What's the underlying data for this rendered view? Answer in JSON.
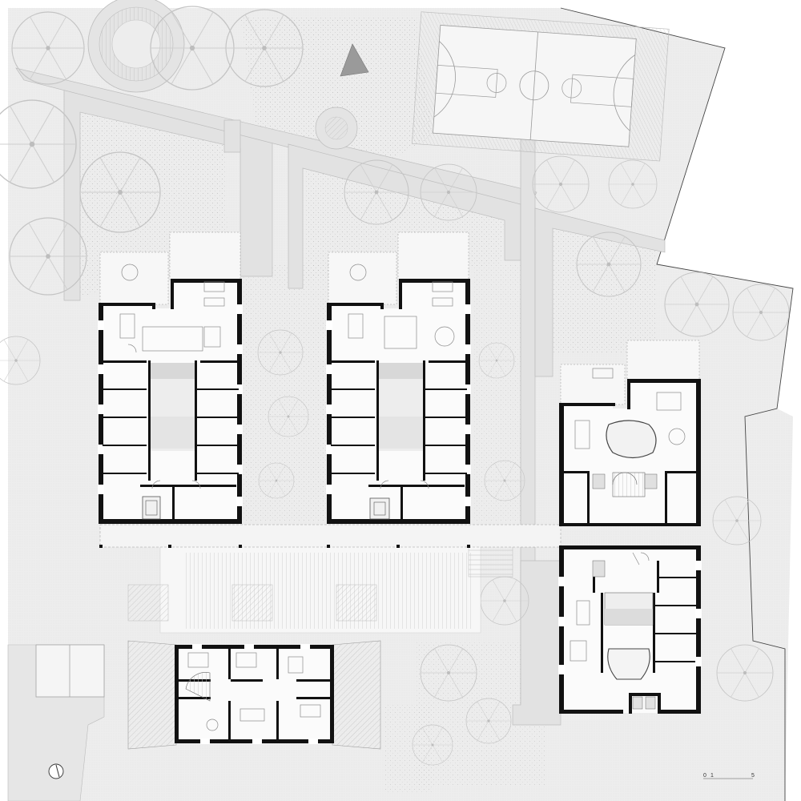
{
  "scale_bar": {
    "ticks": [
      "0",
      "1",
      "5"
    ]
  },
  "colors": {
    "paper": "#ffffff",
    "ground": "#ededed",
    "lawn": "#f4f4f4",
    "path": "#e2e2e2",
    "path_outline": "#bdbdbd",
    "wall": "#111111",
    "interior": "#fbfbfb",
    "tree_line": "#c8c8c8",
    "court": "#d9d9d9"
  },
  "icons": [
    "north-arrow-icon",
    "tree-icon",
    "staircase-icon"
  ]
}
